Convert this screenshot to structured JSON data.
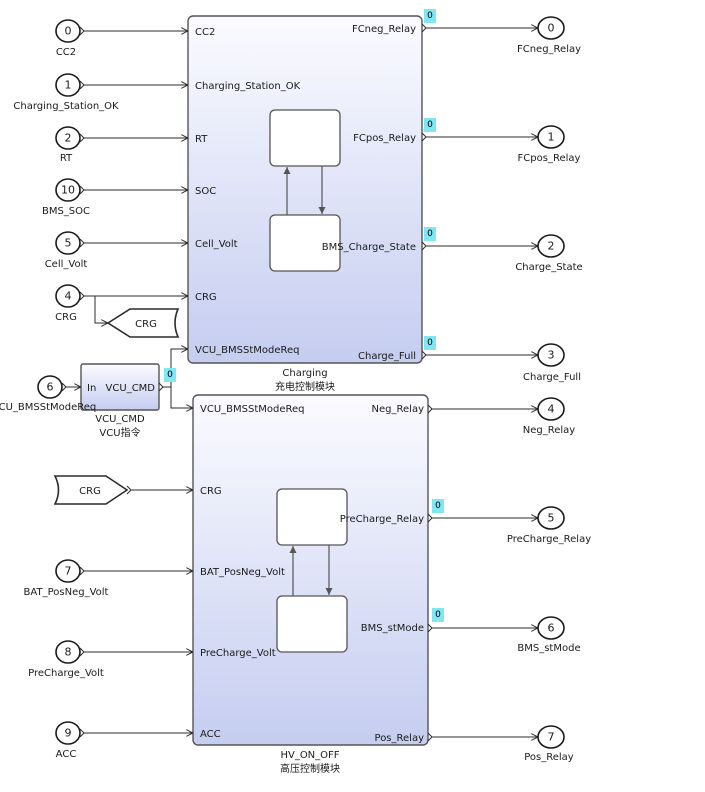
{
  "inports": [
    {
      "num": "0",
      "name": "CC2"
    },
    {
      "num": "1",
      "name": "Charging_Station_OK"
    },
    {
      "num": "2",
      "name": "RT"
    },
    {
      "num": "10",
      "name": "BMS_SOC"
    },
    {
      "num": "5",
      "name": "Cell_Volt"
    },
    {
      "num": "4",
      "name": "CRG"
    },
    {
      "num": "6",
      "name": "VCU_BMSStModeReq"
    },
    {
      "num": "7",
      "name": "BAT_PosNeg_Volt"
    },
    {
      "num": "8",
      "name": "PreCharge_Volt"
    },
    {
      "num": "9",
      "name": "ACC"
    }
  ],
  "outports": [
    {
      "num": "0",
      "name": "FCneg_Relay"
    },
    {
      "num": "1",
      "name": "FCpos_Relay"
    },
    {
      "num": "2",
      "name": "Charge_State"
    },
    {
      "num": "3",
      "name": "Charge_Full"
    },
    {
      "num": "4",
      "name": "Neg_Relay"
    },
    {
      "num": "5",
      "name": "PreCharge_Relay"
    },
    {
      "num": "6",
      "name": "BMS_stMode"
    },
    {
      "num": "7",
      "name": "Pos_Relay"
    }
  ],
  "goto_tag": "CRG",
  "from_tag": "CRG",
  "vcu_block": {
    "in_label": "In",
    "out_label": "VCU_CMD",
    "name": "VCU_CMD",
    "subtitle": "VCU指令"
  },
  "charging_block": {
    "name": "Charging",
    "subtitle": "充电控制模块",
    "inputs": [
      "CC2",
      "Charging_Station_OK",
      "RT",
      "SOC",
      "Cell_Volt",
      "CRG",
      "VCU_BMSStModeReq"
    ],
    "outputs": [
      "FCneg_Relay",
      "FCpos_Relay",
      "BMS_Charge_State",
      "Charge_Full"
    ]
  },
  "hv_block": {
    "name": "HV_ON_OFF",
    "subtitle": "高压控制模块",
    "inputs": [
      "VCU_BMSStModeReq",
      "CRG",
      "BAT_PosNeg_Volt",
      "PreCharge_Volt",
      "ACC"
    ],
    "outputs": [
      "Neg_Relay",
      "PreCharge_Relay",
      "BMS_stMode",
      "Pos_Relay"
    ]
  },
  "signal_values": {
    "FCneg_Relay": "0",
    "FCpos_Relay": "0",
    "BMS_Charge_State": "0",
    "Charge_Full": "0",
    "VCU_CMD": "0",
    "PreCharge_Relay": "0",
    "BMS_stMode": "0"
  }
}
